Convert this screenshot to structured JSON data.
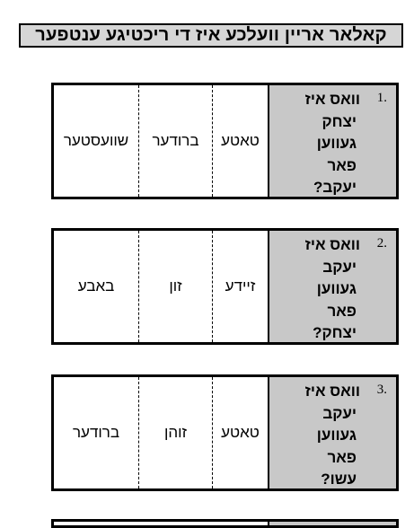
{
  "title": "קאלאר אריין וועלכע איז די ריכטיגע ענטפער",
  "questions": [
    {
      "number": "1.",
      "lines": [
        "וואס איז",
        "יצחק",
        "געווען",
        "פאר",
        "יעקב?"
      ],
      "answers": [
        "שוועסטער",
        "ברודער",
        "טאטע"
      ]
    },
    {
      "number": "2.",
      "lines": [
        "וואס איז",
        "יעקב",
        "געווען",
        "פאר",
        "יצחק?"
      ],
      "answers": [
        "באבע",
        "זון",
        "זיידע"
      ]
    },
    {
      "number": "3.",
      "lines": [
        "וואס איז",
        "יעקב",
        "געווען",
        "פאר",
        "עשו?"
      ],
      "answers": [
        "ברודער",
        "זוהן",
        "טאטע"
      ]
    }
  ]
}
